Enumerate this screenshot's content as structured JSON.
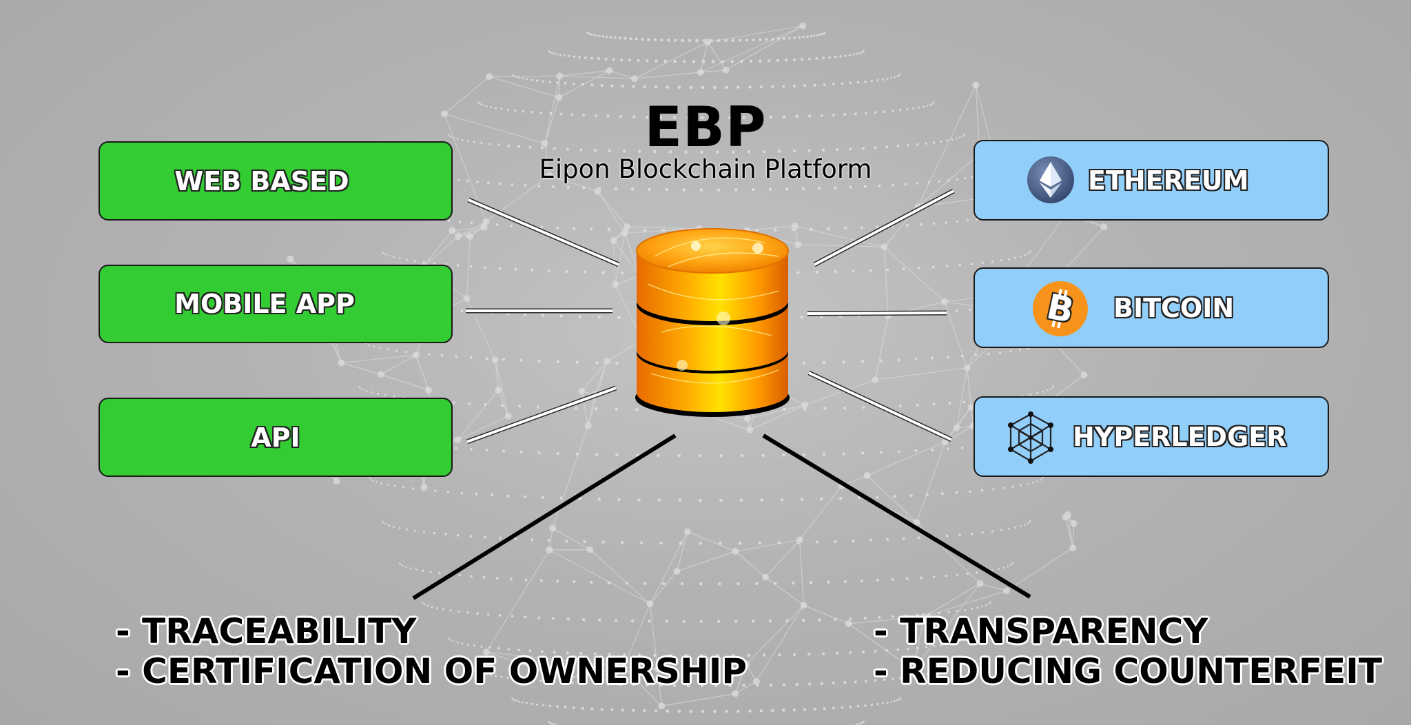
{
  "header": {
    "title": "EBP",
    "subtitle": "Eipon Blockchain Platform"
  },
  "left_boxes": [
    {
      "label": "WEB BASED"
    },
    {
      "label": "MOBILE APP"
    },
    {
      "label": "API"
    }
  ],
  "right_boxes": [
    {
      "label": "ETHEREUM",
      "icon": "ethereum-icon"
    },
    {
      "label": "BITCOIN",
      "icon": "bitcoin-icon"
    },
    {
      "label": "HYPERLEDGER",
      "icon": "hyperledger-icon"
    }
  ],
  "center": {
    "icon": "database-icon"
  },
  "features_left": [
    "- TRACEABILITY",
    "- CERTIFICATION OF OWNERSHIP"
  ],
  "features_right": [
    "- TRANSPARENCY",
    "- REDUCING COUNTERFEIT"
  ],
  "colors": {
    "left_box": "#33cc33",
    "right_box": "#92cefa",
    "database": "#ff9900",
    "bitcoin": "#f7931a"
  }
}
